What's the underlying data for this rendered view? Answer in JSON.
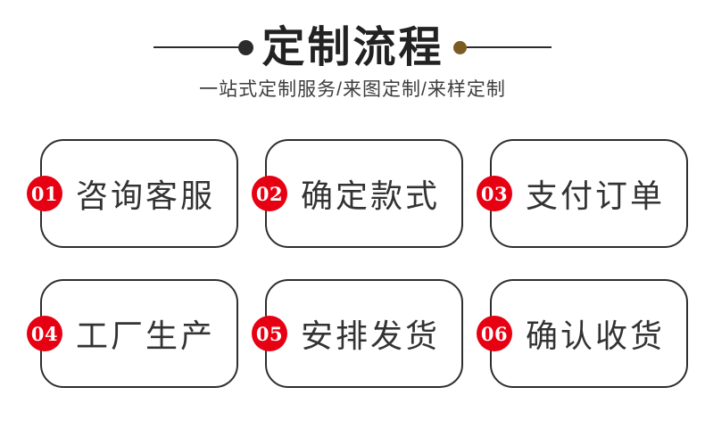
{
  "header": {
    "title": "定制流程",
    "subtitle": "一站式定制服务/来图定制/来样定制"
  },
  "steps": [
    {
      "number": "01",
      "label": "咨询客服"
    },
    {
      "number": "02",
      "label": "确定款式"
    },
    {
      "number": "03",
      "label": "支付订单"
    },
    {
      "number": "04",
      "label": "工厂生产"
    },
    {
      "number": "05",
      "label": "安排发货"
    },
    {
      "number": "06",
      "label": "确认收货"
    }
  ],
  "colors": {
    "badge_red": "#e60012",
    "title_dot_left": "#2b2b2b",
    "title_dot_right": "#7a5c22",
    "box_border": "#2e2e2e",
    "title_text": "#222222",
    "body_text": "#333333"
  }
}
